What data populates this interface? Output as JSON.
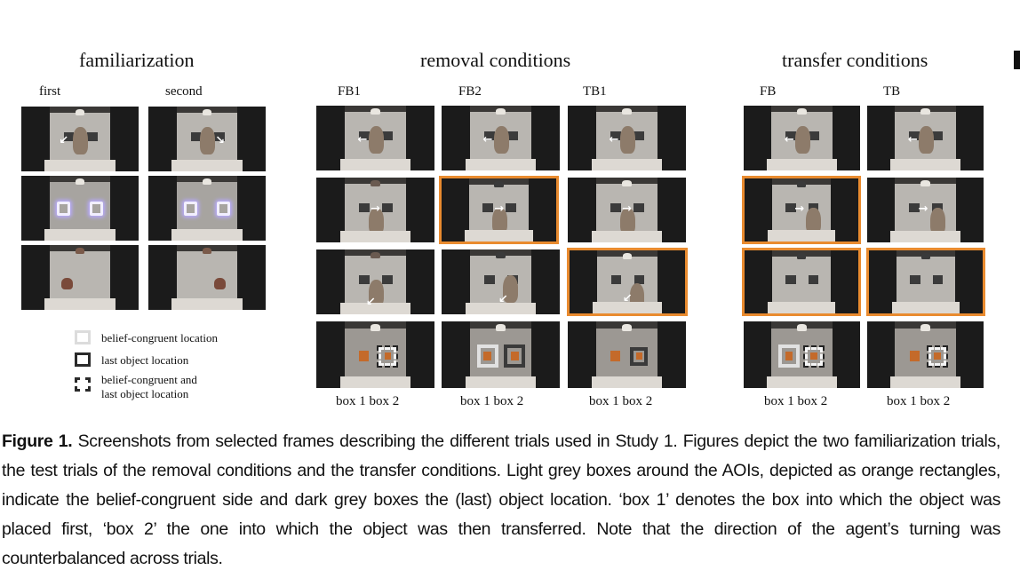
{
  "section_titles": {
    "familiarization": "familiarization",
    "removal": "removal conditions",
    "transfer": "transfer conditions"
  },
  "column_labels": {
    "first": "first",
    "second": "second",
    "fb1": "FB1",
    "fb2": "FB2",
    "tb1": "TB1",
    "fb": "FB",
    "tb": "TB"
  },
  "box_labels": {
    "fb1": "box 1  box 2",
    "fb2": "box 1  box 2",
    "tb1": "box 1  box 2",
    "fb": "box 1  box 2",
    "tb": "box 1  box 2"
  },
  "legend": {
    "light": "belief-congruent location",
    "dark": "last object location",
    "both_line1": "belief-congruent and",
    "both_line2": "last object location"
  },
  "caption": {
    "label": "Figure 1.",
    "text": " Screenshots from selected frames describing the different trials used in Study 1. Figures depict the two familiarization trials, the test trials of the removal conditions and the transfer conditions. Light grey boxes around the AOIs, depicted as orange rectangles, indicate the belief-congruent side and dark grey boxes the (last) object location. ‘box 1’ denotes the box into which the object was placed first, ‘box 2’ the one into which the object was then transferred. Note that the direction of the agent’s turning was counterbalanced across trials."
  },
  "colors": {
    "highlight_border": "#e98b2f",
    "aoi_orange": "#c46a2a",
    "light_grey_box": "#dcdcdc",
    "dark_grey_box": "#3a3a3a"
  }
}
